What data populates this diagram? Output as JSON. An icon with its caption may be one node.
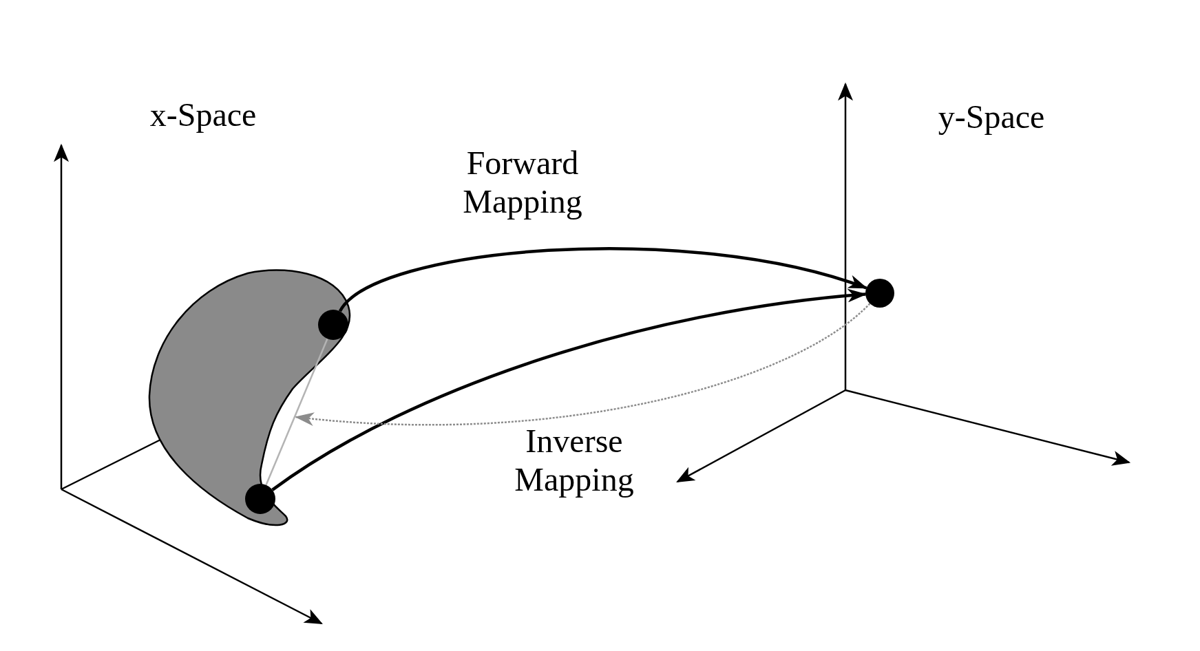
{
  "diagram": {
    "nodes": [
      {
        "text": [],
        "shape": "crescent"
      },
      {
        "text": [],
        "shape": "circle",
        "in": 0
      },
      {
        "text": [],
        "shape": "circle",
        "in": 0
      },
      {
        "text": [],
        "shape": "circle"
      }
    ],
    "edges": [
      {
        "from": 1,
        "to": 3,
        "arrow": "to"
      },
      {
        "from": 2,
        "to": 3,
        "arrow": "to"
      },
      {
        "from": 1,
        "to": 2,
        "arrow": "none",
        "color": "#b4b4b4"
      },
      {
        "from": 3,
        "to": 0,
        "arrow": "to",
        "style": "dashed",
        "color": "#8c8c8c"
      }
    ],
    "labels": [
      "x-Space",
      "Forward Mapping",
      "y-Space",
      "Inverse Mapping"
    ]
  }
}
